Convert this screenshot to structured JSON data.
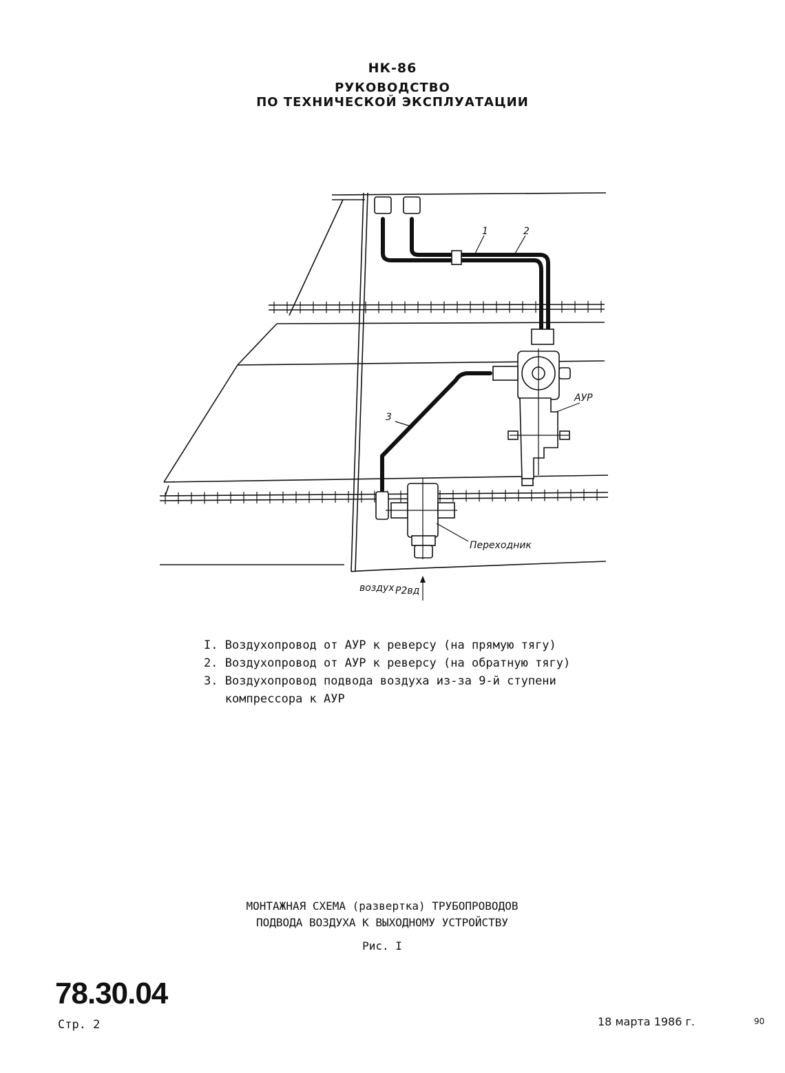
{
  "header": {
    "model": "НК-86",
    "title_line1": "РУКОВОДСТВО",
    "title_line2": "ПО ТЕХНИЧЕСКОЙ ЭКСПЛУАТАЦИИ"
  },
  "diagram": {
    "callouts": [
      "1",
      "2",
      "3"
    ],
    "unit_label": "АУР",
    "adapter_label": "Переходник",
    "air_label": "воздух",
    "air_pressure_label": "Р2вд"
  },
  "legend": [
    {
      "num": "I.",
      "text": "Воздухопровод от АУР к реверсу (на прямую тягу)"
    },
    {
      "num": "2.",
      "text": "Воздухопровод от АУР к реверсу (на обратную тягу)"
    },
    {
      "num": "3.",
      "text": "Воздухопровод подвода воздуха из-за 9-й ступени"
    },
    {
      "num": "",
      "text": "компрессора к АУР"
    }
  ],
  "caption": {
    "line1": "МОНТАЖНАЯ СХЕМА (развертка) ТРУБОПРОВОДОВ",
    "line2": "ПОДВОДА ВОЗДУХА К ВЫХОДНОМУ УСТРОЙСТВУ",
    "figure": "Рис. I"
  },
  "footer": {
    "doc_code": "78.30.04",
    "page": "Стр. 2",
    "date": "18 марта 1986 г.",
    "sheet_number": "90"
  }
}
